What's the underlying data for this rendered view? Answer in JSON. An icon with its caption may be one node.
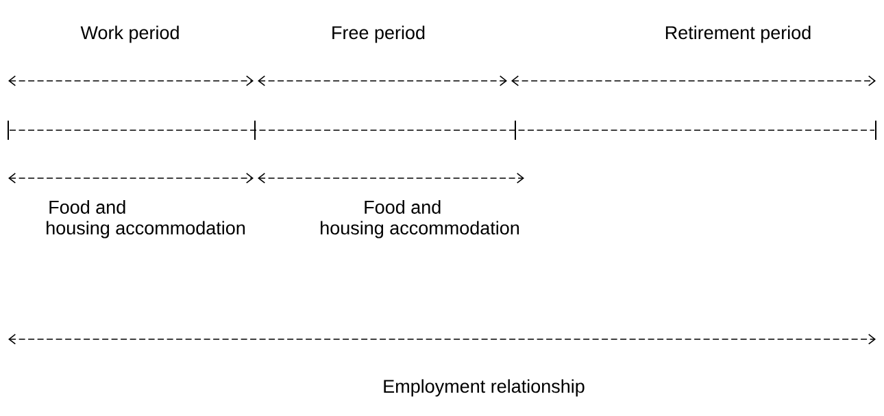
{
  "diagram": {
    "labels": [
      "Work period",
      "Free period",
      "Retirement period",
      "Food and",
      "Food and",
      "housing accommodation",
      "housing accommodation",
      "Employment relationship"
    ]
  }
}
